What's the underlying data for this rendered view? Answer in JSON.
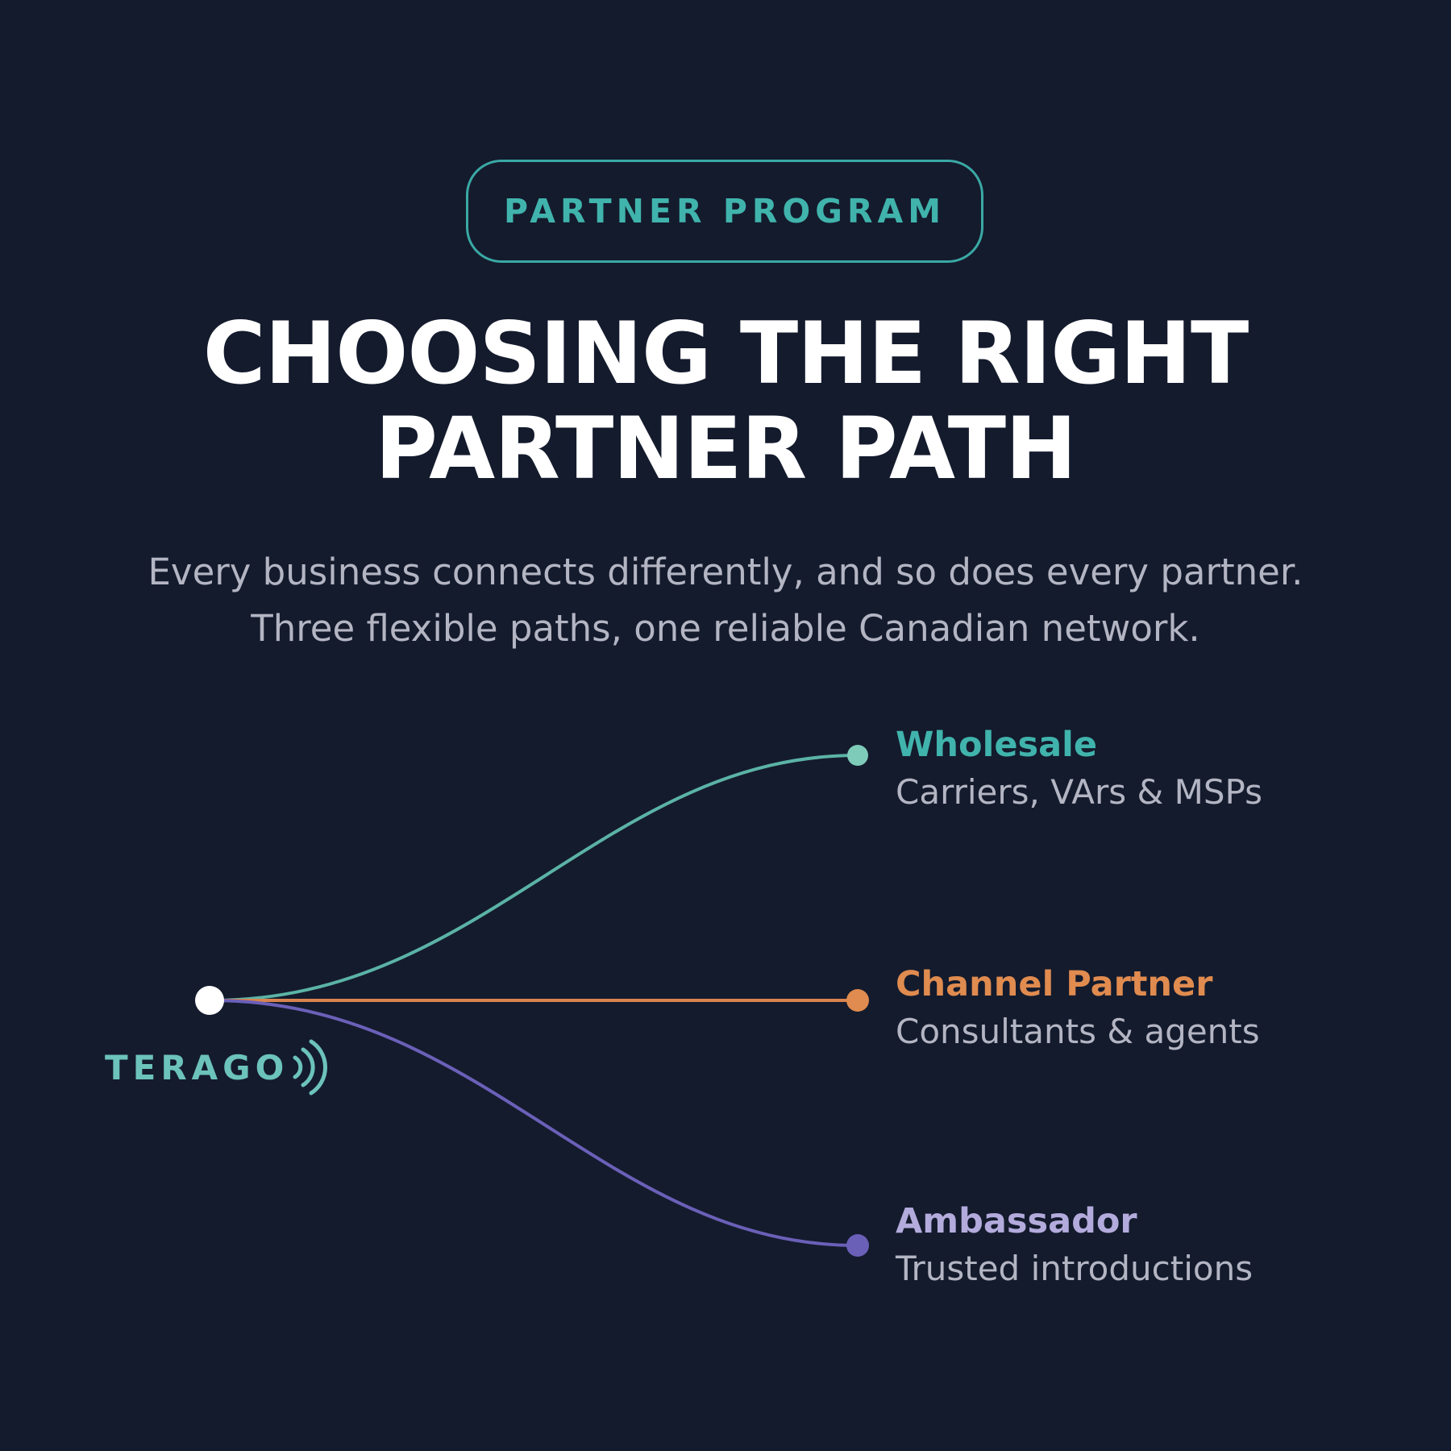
{
  "badge": {
    "label": "PARTNER PROGRAM"
  },
  "title": {
    "line1": "CHOOSING THE RIGHT",
    "line2": "PARTNER PATH"
  },
  "subtitle": {
    "line1": "Every business connects differently, and so does every partner.",
    "line2": "Three flexible paths, one reliable Canadian network."
  },
  "logo": {
    "text": "TERAGO"
  },
  "paths": [
    {
      "name": "Wholesale",
      "description": "Carriers, VArs & MSPs",
      "color": "#40b3ac",
      "dot_color": "#7fcbb9"
    },
    {
      "name": "Channel Partner",
      "description": "Consultants & agents",
      "color": "#e08b4f",
      "dot_color": "#e08b4f"
    },
    {
      "name": "Ambassador",
      "description": "Trusted introductions",
      "color": "#b3abdc",
      "dot_color": "#6b60b8"
    }
  ],
  "colors": {
    "background": "#141b2d",
    "accent": "#40b3ac",
    "origin_node": "#ffffff"
  }
}
